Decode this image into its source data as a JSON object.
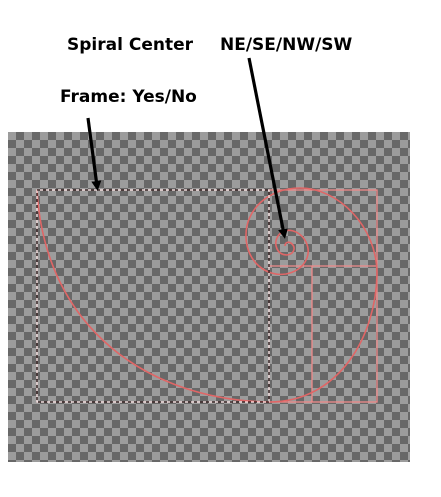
{
  "labels": {
    "spiral_center": "Spiral Center",
    "direction": "NE/SE/NW/SW",
    "frame": "Frame: Yes/No"
  },
  "colors": {
    "spiral": "#e06666",
    "frame": "#f08a8a",
    "selection": "#000000",
    "arrow": "#000000"
  }
}
